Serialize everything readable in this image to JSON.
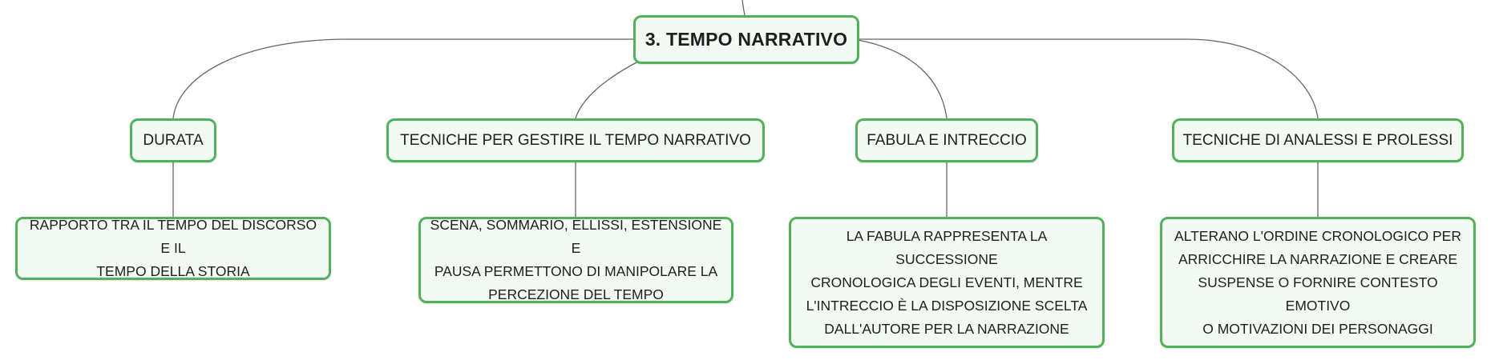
{
  "colors": {
    "node_border": "#52b25c",
    "node_fill": "#f3faf4",
    "connector": "#666666",
    "text": "#1f1f1f"
  },
  "root": {
    "label": "3. TEMPO NARRATIVO"
  },
  "branches": [
    {
      "label": "DURATA",
      "detail_lines": [
        "RAPPORTO TRA IL TEMPO DEL DISCORSO E IL",
        "TEMPO DELLA STORIA"
      ]
    },
    {
      "label": "TECNICHE PER GESTIRE IL TEMPO NARRATIVO",
      "detail_lines": [
        "SCENA, SOMMARIO, ELLISSI, ESTENSIONE E",
        "PAUSA PERMETTONO DI MANIPOLARE LA",
        "PERCEZIONE DEL TEMPO"
      ]
    },
    {
      "label": "FABULA E INTRECCIO",
      "detail_lines": [
        "LA FABULA RAPPRESENTA LA SUCCESSIONE",
        "CRONOLOGICA DEGLI EVENTI, MENTRE",
        "L'INTRECCIO È LA DISPOSIZIONE SCELTA",
        "DALL'AUTORE PER LA NARRAZIONE"
      ]
    },
    {
      "label": "TECNICHE DI ANALESSI E PROLESSI",
      "detail_lines": [
        "ALTERANO L'ORDINE CRONOLOGICO PER",
        "ARRICCHIRE LA NARRAZIONE E CREARE",
        "SUSPENSE O FORNIRE CONTESTO EMOTIVO",
        "O MOTIVAZIONI DEI PERSONAGGI"
      ]
    }
  ]
}
